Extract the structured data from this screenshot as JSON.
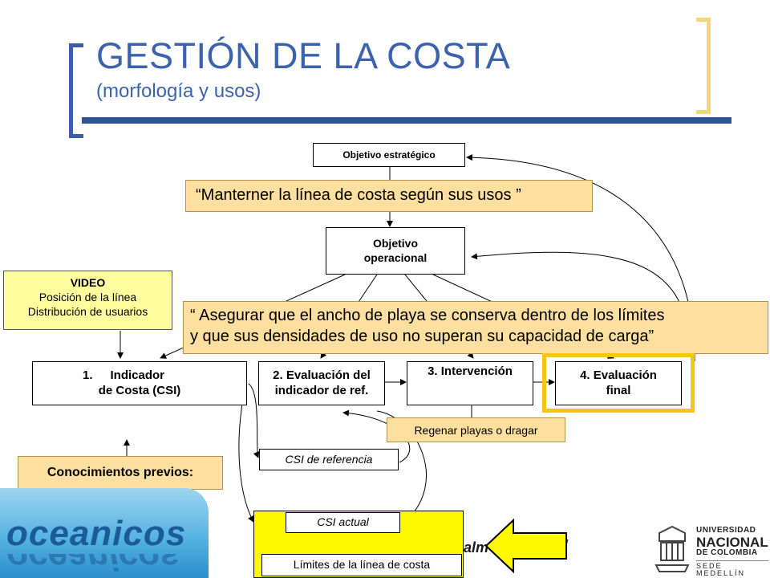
{
  "header": {
    "title": "GESTIÓN DE LA  COSTA",
    "subtitle": "(morfología y usos)"
  },
  "diagram": {
    "strategic_objective": "Objetivo estratégico",
    "strategic_note": "“Manterner la línea de costa según sus usos ”",
    "operational_objective": [
      "Objetivo",
      "operacional"
    ],
    "video_note": [
      "VIDEO",
      "Posición de la línea",
      "Distribución de usuarios"
    ],
    "operational_note": [
      "“ Asegurar que el ancho de playa se conserva dentro de los límites",
      "y que sus densidades  de uso no superan su capacidad de carga”"
    ],
    "steps": [
      {
        "number": "1.",
        "label": [
          "Indicador",
          "de Costa (CSI)"
        ]
      },
      {
        "label": [
          "2. Evaluación del",
          "indicador de ref."
        ]
      },
      {
        "label": [
          "3. Intervención"
        ]
      },
      {
        "label": [
          "4. Evaluación",
          "final"
        ]
      }
    ],
    "intervention_note": "Regenar playas o dragar",
    "reference_csi": "CSI de referencia",
    "prior_knowledge": "Conocimientos previos:",
    "current_csi": "CSI actual",
    "coastline_limits": "Límites de la línea de costa"
  },
  "footer": {
    "logo_text": "oceanicos",
    "partial_text": "alm",
    "university": [
      "UNIVERSIDAD",
      "NACIONAL",
      "DE COLOMBIA",
      "SEDE MEDELLÍN"
    ]
  },
  "colors": {
    "title_blue": "#3b62ad",
    "accent_blue": "#2f5496",
    "note_orange": "#fddf9f",
    "note_yellow": "#fffe9e",
    "highlight_gold": "#f5c518"
  }
}
